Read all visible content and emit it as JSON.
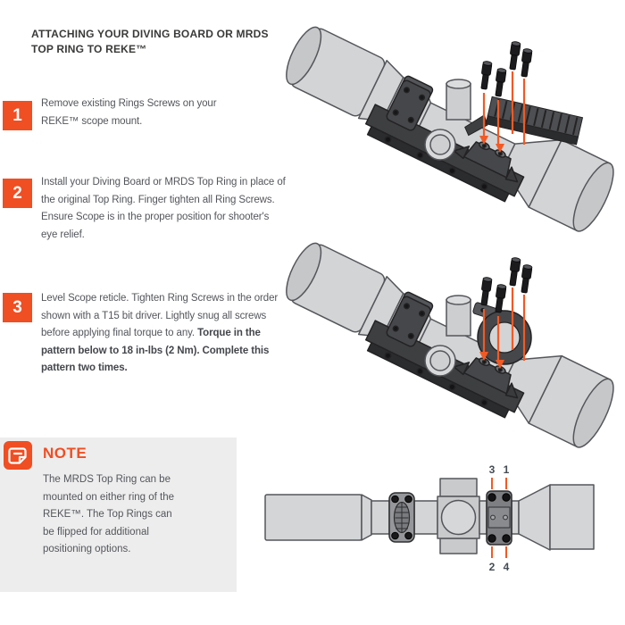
{
  "title": "ATTACHING YOUR DIVING BOARD OR MRDS\nTOP RING TO REKE™",
  "steps": [
    {
      "number": "1",
      "text": "Remove existing Rings Screws on your\nREKE™ scope mount."
    },
    {
      "number": "2",
      "text": "Install your Diving Board or MRDS Top Ring in place of\nthe original Top Ring. Finger tighten all Ring Screws.\nEnsure Scope is in the proper position for shooter's\neye relief."
    },
    {
      "number": "3",
      "text_regular": "Level Scope reticle. Tighten Ring Screws in the order\nshown with a T15 bit driver. Lightly snug all screws\nbefore applying final torque to any. ",
      "text_bold": "Torque in the\npattern below to 18 in-lbs (2 Nm). Complete this\npattern two times."
    }
  ],
  "note": {
    "label": "NOTE",
    "text": "The MRDS Top Ring can be\nmounted on either ring of the\nREKE™. The Top Rings can\nbe flipped for additional\npositioning options."
  },
  "torque_pattern": {
    "screw_labels": [
      {
        "position": "top-left",
        "value": "3"
      },
      {
        "position": "top-right",
        "value": "1"
      },
      {
        "position": "bottom-left",
        "value": "2"
      },
      {
        "position": "bottom-right",
        "value": "4"
      }
    ]
  },
  "colors": {
    "accent_orange": "#F04E23",
    "arrow_orange": "#F15A25",
    "note_panel_gray": "#EDEDED",
    "heading_text": "#3A3A39",
    "body_text": "#54565B",
    "figure_label_text": "#454D54",
    "scope_gray": "#D3D4D6",
    "outline_gray": "#55565A",
    "mount_dark": "#3E3F41"
  }
}
